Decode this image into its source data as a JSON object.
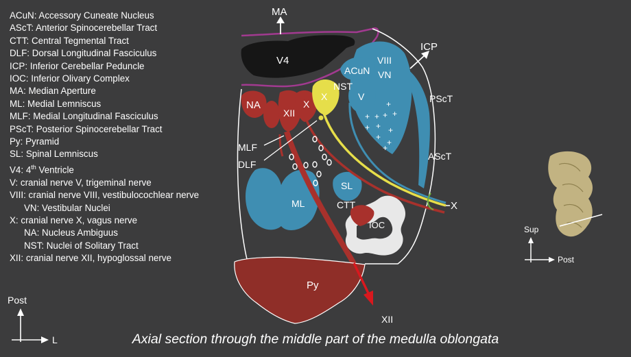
{
  "legend": [
    {
      "text": "ACuN: Accessory Cuneate Nucleus",
      "indent": false
    },
    {
      "text": "AScT:  Anterior Spinocerebellar Tract",
      "indent": false
    },
    {
      "text": "CTT: Central Tegmental Tract",
      "indent": false
    },
    {
      "text": "DLF: Dorsal Longitudinal Fasciculus",
      "indent": false
    },
    {
      "text": "ICP: Inferior Cerebellar Peduncle",
      "indent": false
    },
    {
      "text": "IOC: Inferior Olivary Complex",
      "indent": false
    },
    {
      "text": "MA: Median Aperture",
      "indent": false
    },
    {
      "text": "ML: Medial Lemniscus",
      "indent": false
    },
    {
      "text": "MLF: Medial Longitudinal Fasciculus",
      "indent": false
    },
    {
      "text": "PScT: Posterior Spinocerebellar Tract",
      "indent": false
    },
    {
      "text": "Py: Pyramid",
      "indent": false
    },
    {
      "text": "SL: Spinal Lemniscus",
      "indent": false
    },
    {
      "text": "V4: 4",
      "sup": "th",
      "after": " Ventricle",
      "indent": false
    },
    {
      "text": "V: cranial nerve V, trigeminal nerve",
      "indent": false
    },
    {
      "text": "VIII: cranial nerve VIII, vestibulocochlear nerve",
      "indent": false
    },
    {
      "text": "VN: Vestibular Nuclei",
      "indent": true
    },
    {
      "text": "X: cranial nerve X, vagus nerve",
      "indent": false
    },
    {
      "text": "NA: Nucleus Ambiguus",
      "indent": true
    },
    {
      "text": "NST: Nuclei of Solitary Tract",
      "indent": true
    },
    {
      "text": "XII: cranial nerve XII, hypoglossal nerve",
      "indent": false
    }
  ],
  "labels": {
    "ma": "MA",
    "v4": "V4",
    "icp": "ICP",
    "acun": "ACuN",
    "viii": "VIII",
    "vn": "VN",
    "nst": "NST",
    "v": "V",
    "na": "NA",
    "xii": "XII",
    "x": "X",
    "x_nst": "X",
    "pscT": "PScT",
    "ascT": "AScT",
    "mlf": "MLF",
    "dlf": "DLF",
    "sl": "SL",
    "ml": "ML",
    "ctt": "CTT",
    "ioc": "IOC",
    "x_exit": "X",
    "py": "Py",
    "xii_exit": "XII"
  },
  "orientation_main": {
    "up": "Post",
    "right": "L"
  },
  "orientation_inset": {
    "up": "Sup",
    "right": "Post"
  },
  "caption": "Axial section through the middle part of the medulla oblongata",
  "colors": {
    "background": "#3c3c3d",
    "red_structures": "#a8312c",
    "blue_structures": "#3f8eb2",
    "yellow_nst": "#e6de4a",
    "ventricle": "#161616",
    "olive": "#e8e8e8",
    "membrane": "#a23a90",
    "nerve_xii_arrow": "#d9181e"
  }
}
